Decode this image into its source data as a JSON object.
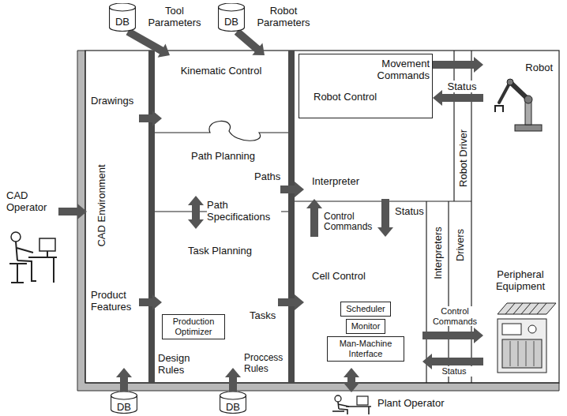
{
  "diagram": {
    "nodes": [
      {
        "text": [
          "DB"
        ]
      },
      {
        "text": [
          "DB"
        ]
      },
      {
        "text": [
          "CAD Operator"
        ]
      },
      {
        "text": [
          "Drawings",
          "CAD Environment",
          "Product Features"
        ]
      },
      {
        "text": [
          "Kinematic Control"
        ]
      },
      {
        "text": [
          "Path Planning"
        ]
      },
      {
        "text": [
          "Task Planning"
        ]
      },
      {
        "text": [
          "Production Optimizer"
        ],
        "in": 6
      },
      {
        "text": [
          "Robot Control"
        ]
      },
      {
        "text": [
          "Interpreter"
        ]
      },
      {
        "text": [
          "Cell Control"
        ]
      },
      {
        "text": [
          "Scheduler"
        ],
        "in": 10
      },
      {
        "text": [
          "Monitor"
        ],
        "in": 10
      },
      {
        "text": [
          "Man-Machine Interface"
        ],
        "in": 10
      },
      {
        "text": [
          "Robot Driver"
        ]
      },
      {
        "text": [
          "Interpreters"
        ]
      },
      {
        "text": [
          "Drivers"
        ]
      },
      {
        "text": [
          "Robot"
        ]
      },
      {
        "text": [
          "Peripheral Equipment"
        ]
      },
      {
        "text": [
          "DB"
        ]
      },
      {
        "text": [
          "DB"
        ]
      },
      {
        "text": [
          "Plant Operator"
        ]
      }
    ],
    "edges": [
      {
        "from": 0,
        "to": 4,
        "arrow": "to",
        "label": "Tool Parameters"
      },
      {
        "from": 1,
        "to": 4,
        "arrow": "to",
        "label": "Robot Parameters"
      },
      {
        "from": 2,
        "to": 3,
        "arrow": "to"
      },
      {
        "from": 3,
        "to": 4,
        "arrow": "to"
      },
      {
        "from": 3,
        "to": 6,
        "arrow": "to"
      },
      {
        "from": 5,
        "to": 6,
        "arrow": "both",
        "label": "Path Specifications"
      },
      {
        "from": 5,
        "to": 9,
        "arrow": "to",
        "label": "Paths"
      },
      {
        "from": 6,
        "to": 10,
        "arrow": "to",
        "label": "Tasks"
      },
      {
        "from": 8,
        "to": 17,
        "arrow": "to",
        "label": "Movement Commands"
      },
      {
        "from": 17,
        "to": 8,
        "arrow": "to",
        "label": "Status"
      },
      {
        "from": 10,
        "to": 9,
        "arrow": "to",
        "label": "Control Commands"
      },
      {
        "from": 9,
        "to": 10,
        "arrow": "to",
        "label": "Status"
      },
      {
        "from": 10,
        "to": 18,
        "arrow": "to",
        "label": "Control Commands"
      },
      {
        "from": 18,
        "to": 10,
        "arrow": "to",
        "label": "Status"
      },
      {
        "from": 19,
        "to": 3,
        "arrow": "to",
        "label": "Design Rules"
      },
      {
        "from": 20,
        "to": 6,
        "arrow": "to",
        "label": "Proccess Rules"
      },
      {
        "from": 21,
        "to": 10,
        "arrow": "both"
      }
    ]
  }
}
